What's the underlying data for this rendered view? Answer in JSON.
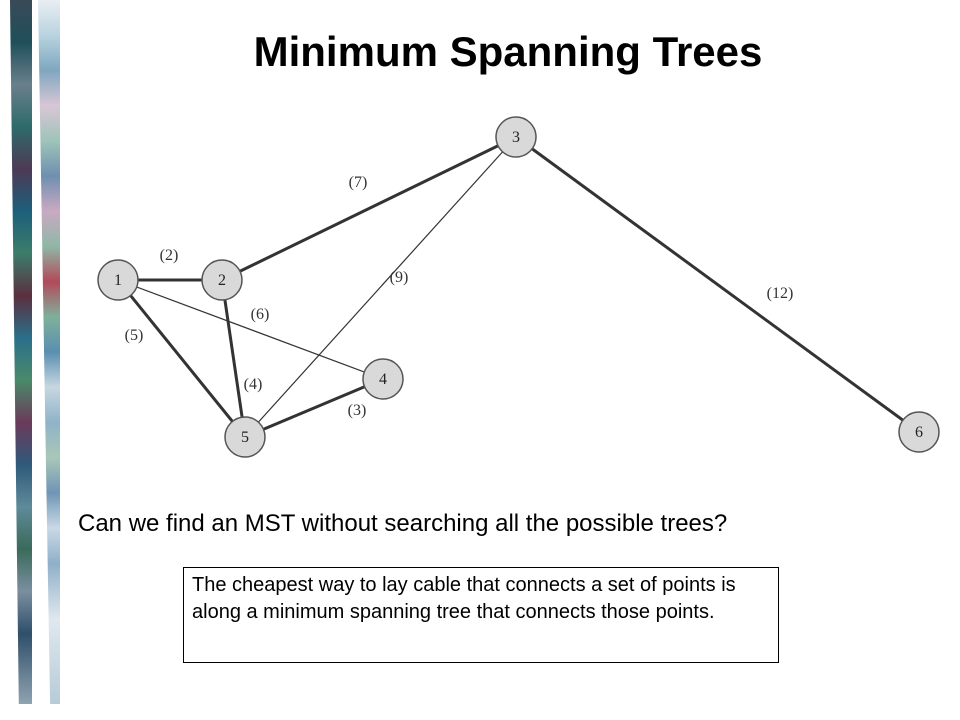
{
  "slide": {
    "title": "Minimum Spanning Trees",
    "question": "Can we find an MST without searching all the possible trees?",
    "note": "The cheapest way to lay cable that connects a set of points is along a minimum spanning tree that connects those points."
  },
  "graph": {
    "nodes": [
      {
        "id": "1",
        "label": "1"
      },
      {
        "id": "2",
        "label": "2"
      },
      {
        "id": "3",
        "label": "3"
      },
      {
        "id": "4",
        "label": "4"
      },
      {
        "id": "5",
        "label": "5"
      },
      {
        "id": "6",
        "label": "6"
      }
    ],
    "edges": [
      {
        "from": "1",
        "to": "2",
        "label": "(2)",
        "in_tree": true
      },
      {
        "from": "2",
        "to": "3",
        "label": "(7)",
        "in_tree": true
      },
      {
        "from": "5",
        "to": "3",
        "label": "(9)",
        "in_tree": false
      },
      {
        "from": "3",
        "to": "6",
        "label": "(12)",
        "in_tree": true
      },
      {
        "from": "1",
        "to": "4",
        "label": "(6)",
        "in_tree": false
      },
      {
        "from": "1",
        "to": "5",
        "label": "(5)",
        "in_tree": true
      },
      {
        "from": "2",
        "to": "5",
        "label": "(4)",
        "in_tree": true
      },
      {
        "from": "5",
        "to": "4",
        "label": "(3)",
        "in_tree": true
      }
    ]
  },
  "colors": {
    "edge": "#333333",
    "node_fill": "#d9d9d9",
    "node_stroke": "#555555"
  }
}
